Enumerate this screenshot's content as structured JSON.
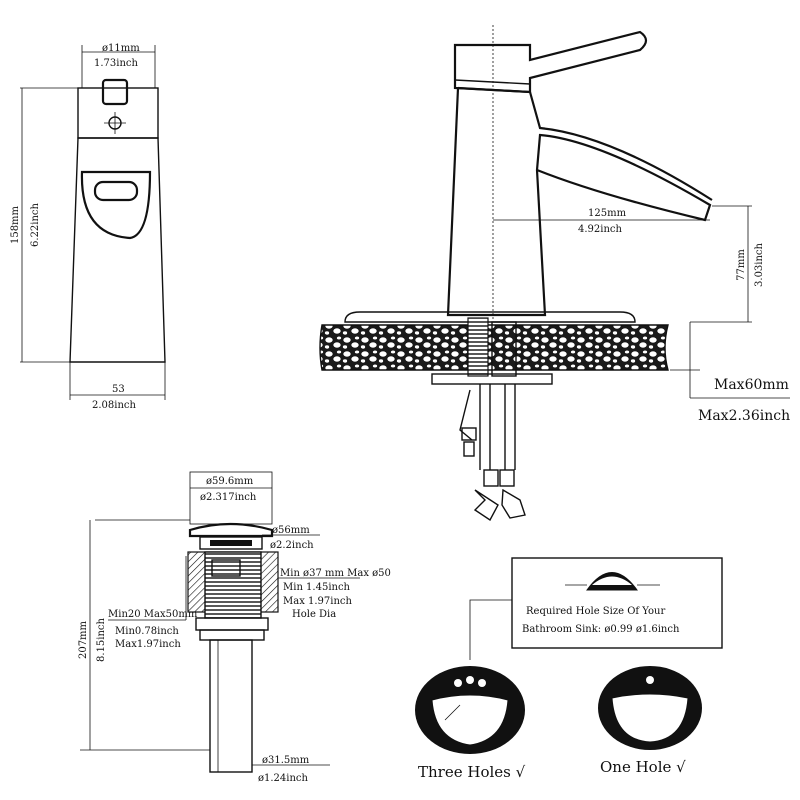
{
  "front_view": {
    "top_width_mm": "ø11mm",
    "top_width_in": "1.73inch",
    "height_mm": "158mm",
    "height_in": "6.22inch",
    "base_width_mm": "53",
    "base_width_in": "2.08inch"
  },
  "side_view": {
    "reach_mm": "125mm",
    "reach_in": "4.92inch",
    "spout_height_mm": "77mm",
    "spout_height_in": "3.03inch",
    "deck_max_mm": "Max60mm",
    "deck_max_in": "Max2.36inch"
  },
  "drain": {
    "cap_dia_mm": "ø59.6mm",
    "cap_dia_in": "ø2.317inch",
    "neck_dia_mm": "ø56mm",
    "neck_dia_in": "ø2.2inch",
    "body_range_mm": "Min ø37 mm Max ø50",
    "body_range_min_in": "Min 1.45inch",
    "body_range_max_in": "Max 1.97inch",
    "body_range_note": "Hole Dia",
    "thread_range_mm": "Min20 Max50mm",
    "thread_min_in": "Min0.78inch",
    "thread_max_in": "Max1.97inch",
    "height_mm": "207mm",
    "height_in": "8.15inch",
    "tail_dia_mm": "ø31.5mm",
    "tail_dia_in": "ø1.24inch"
  },
  "hole_info": {
    "line1": "Required Hole Size Of Your",
    "line2": "Bathroom Sink: ø0.99 ø1.6inch"
  },
  "sinks": {
    "three_holes_label": "Three Holes √",
    "one_hole_label": "One Hole √"
  }
}
